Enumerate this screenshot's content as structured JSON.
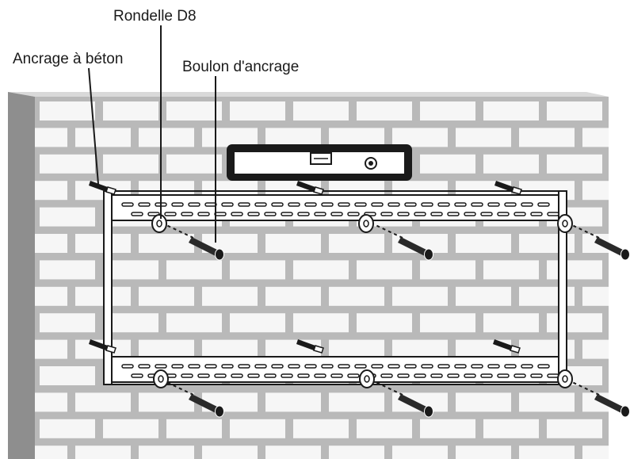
{
  "labels": {
    "washer": "Rondelle D8",
    "concrete_anchor": "Ancrage à béton",
    "anchor_bolt": "Boulon d'ancrage"
  },
  "colors": {
    "wall_face": "#b9b9b9",
    "wall_top": "#d9d9d9",
    "wall_side": "#8e8e8e",
    "brick": "#f6f6f6",
    "line": "#1a1a1a"
  },
  "icons": {
    "level": "spirit-level-icon",
    "bolt": "anchor-bolt-icon",
    "washer": "washer-icon",
    "anchor": "concrete-anchor-icon"
  }
}
